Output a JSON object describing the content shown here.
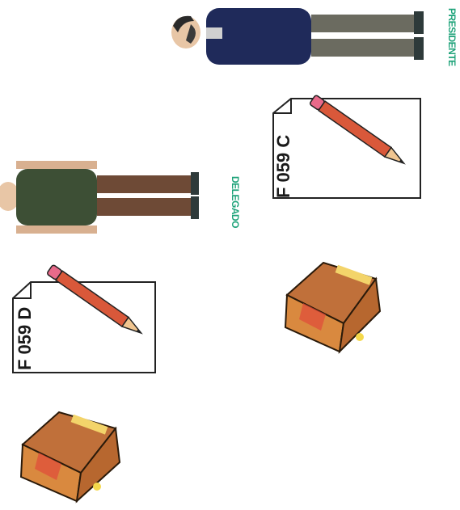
{
  "scene": {
    "background": "#ffffff",
    "accent": "#1fa37a"
  },
  "people": [
    {
      "role_label": "PRESIDENTE",
      "shirt": "#1f2a5a",
      "pants": "#6b6b60"
    },
    {
      "role_label": "DELEGADO",
      "shirt": "#3d4f35",
      "pants": "#6e4a36"
    }
  ],
  "documents": [
    {
      "label": "F 059 C",
      "icon": "document-icon"
    },
    {
      "label": "F 059 D",
      "icon": "document-icon"
    }
  ],
  "icons": {
    "pencil": "pencil-icon",
    "box": "cardboard-box-icon"
  }
}
